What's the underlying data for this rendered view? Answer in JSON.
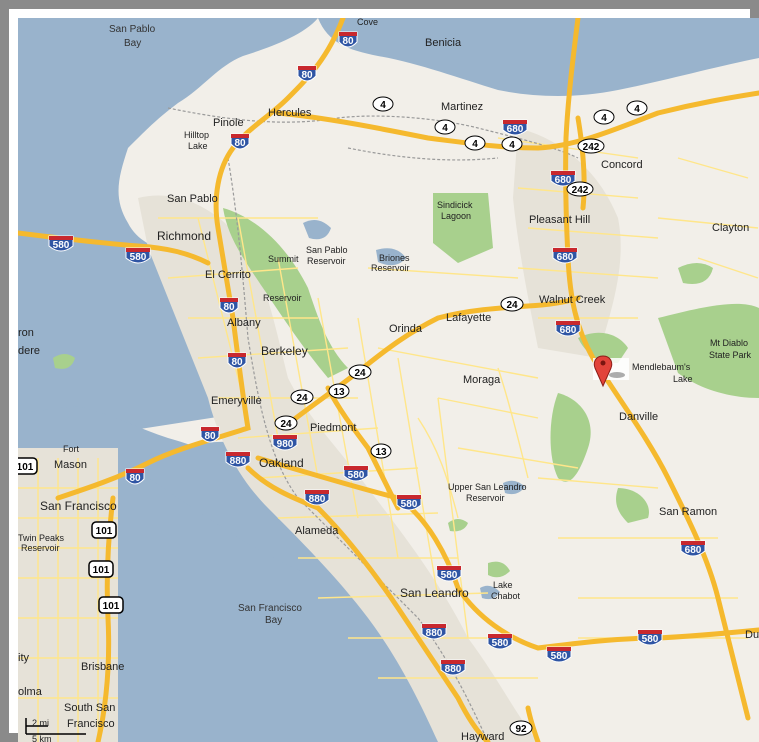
{
  "map": {
    "colors": {
      "water": "#99b3cc",
      "land": "#f2efe9",
      "park": "#a8d08d",
      "urban": "#e6e2d8",
      "highway": "#f5b92e",
      "highway_edge": "#d9941a",
      "road": "#ffe68a",
      "rail": "#9a9a9a",
      "frame": "#8a8a8a",
      "marker": "#e2433a"
    },
    "marker": {
      "label": "Marker near Danville",
      "icon": "map-pin-icon"
    },
    "scale": {
      "miles": "2 mi",
      "km": "5 km"
    },
    "labels": {
      "cove": "Cove",
      "benicia": "Benicia",
      "san_pablo_bay_1": "San Pablo",
      "san_pablo_bay_2": "Bay",
      "hercules": "Hercules",
      "martinez": "Martinez",
      "pinole": "Pinole",
      "hilltop_1": "Hilltop",
      "hilltop_2": "Lake",
      "concord": "Concord",
      "san_pablo": "San Pablo",
      "richmond": "Richmond",
      "sindicick_1": "Sindicick",
      "sindicick_2": "Lagoon",
      "pleasant_hill": "Pleasant Hill",
      "clayton": "Clayton",
      "san_pablo_res_1": "San Pablo",
      "san_pablo_res_2": "Reservoir",
      "briones_1": "Briones",
      "briones_2": "Reservoir",
      "el_cerrito": "El Cerrito",
      "summit_1": "Summit",
      "summit_2": "Reservoir",
      "walnut_creek": "Walnut Creek",
      "lafayette": "Lafayette",
      "albany": "Albany",
      "orinda": "Orinda",
      "ron": "ron",
      "dere": "dere",
      "berkeley": "Berkeley",
      "mt_diablo_1": "Mt Diablo",
      "mt_diablo_2": "State Park",
      "mendlebaum_1": "Mendlebaum's",
      "mendlebaum_2": "Lake",
      "moraga": "Moraga",
      "emeryville": "Emeryville",
      "piedmont": "Piedmont",
      "danville": "Danville",
      "fort_mason_1": "Fort",
      "fort_mason_2": "Mason",
      "oakland": "Oakland",
      "upper_san_leandro_1": "Upper San Leandro",
      "upper_san_leandro_2": "Reservoir",
      "san_francisco": "San Francisco",
      "san_ramon": "San Ramon",
      "alameda": "Alameda",
      "twin_peaks_1": "Twin Peaks",
      "twin_peaks_2": "Reservoir",
      "san_leandro": "San Leandro",
      "lake_chabot_1": "Lake",
      "lake_chabot_2": "Chabot",
      "sf_bay_1": "San Francisco",
      "sf_bay_2": "Bay",
      "du": "Du",
      "ity": "ity",
      "brisbane": "Brisbane",
      "olma": "olma",
      "south_sf_1": "South San",
      "south_sf_2": "Francisco",
      "hayward": "Hayward"
    },
    "shields": {
      "i80_top": "80",
      "i80_pinole": "80",
      "i80_richmond": "80",
      "i80_elcerrito": "80",
      "i80_berkeley": "80",
      "i80_emeryville": "80",
      "i80_bay": "80",
      "i580_richmond_w": "580",
      "i580_richmond": "580",
      "i580_oak": "580",
      "i580_oak2": "580",
      "i580_sl": "580",
      "i580_sl2": "580",
      "i580_sl3": "580",
      "i580_east": "580",
      "i680_benicia": "680",
      "i680_martinez": "680",
      "i680_ph": "680",
      "i680_wc": "680",
      "i680_sr": "680",
      "i880_oak": "880",
      "i880_oak2": "880",
      "i880_sl": "880",
      "i880_h": "880",
      "i980": "980",
      "us101_a": "101",
      "us101_b": "101",
      "us101_c": "101",
      "us101_d": "101",
      "sr4_a": "4",
      "sr4_b": "4",
      "sr4_c": "4",
      "sr4_d": "4",
      "sr4_e": "4",
      "sr4_f": "4",
      "sr242_a": "242",
      "sr242_b": "242",
      "sr24_a": "24",
      "sr24_b": "24",
      "sr24_c": "24",
      "sr24_d": "24",
      "sr13_a": "13",
      "sr13_b": "13",
      "sr92": "92"
    }
  }
}
